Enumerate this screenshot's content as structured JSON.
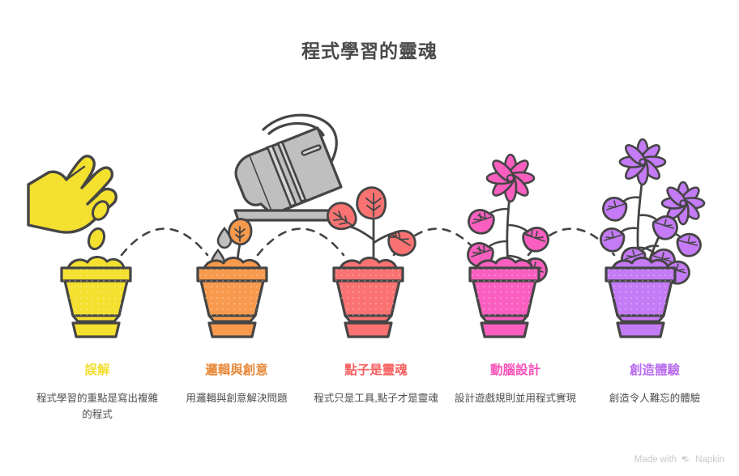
{
  "page": {
    "title": "程式學習的靈魂",
    "background": "#ffffff",
    "title_color": "#4a4a4a",
    "line_color": "#454545"
  },
  "stages": [
    {
      "id": "stage-1",
      "title": "誤解",
      "description": "程式學習的重點是寫出複雜的程式",
      "color": "#F4E02E",
      "title_color": "#F2DE30",
      "illustration": "hand-dropping-seed-into-pot"
    },
    {
      "id": "stage-2",
      "title": "邏輯與創意",
      "description": "用邏輯與創意解決問題",
      "color": "#F79A4D",
      "title_color": "#E8883A",
      "illustration": "watering-can-sprout-pot"
    },
    {
      "id": "stage-3",
      "title": "點子是靈魂",
      "description": "程式只是工具,點子才是靈魂",
      "color": "#FA7272",
      "title_color": "#F76060",
      "illustration": "three-leaf-plant-pot"
    },
    {
      "id": "stage-4",
      "title": "動腦設計",
      "description": "設計遊戲規則並用程式實現",
      "color": "#FA5FC0",
      "title_color": "#F750B8",
      "illustration": "flowering-plant-pot"
    },
    {
      "id": "stage-5",
      "title": "創造體驗",
      "description": "創造令人難忘的體驗",
      "color": "#C47BF5",
      "title_color": "#B96BEE",
      "illustration": "double-flower-plant-pot"
    }
  ],
  "watering_can": {
    "body_color": "#BFBFBF",
    "highlight_color": "#D6D6D6",
    "drop_color": "#BFBFBF"
  },
  "watermark": {
    "text": "Made with",
    "brand": "Napkin",
    "color": "#c9c9c9"
  }
}
